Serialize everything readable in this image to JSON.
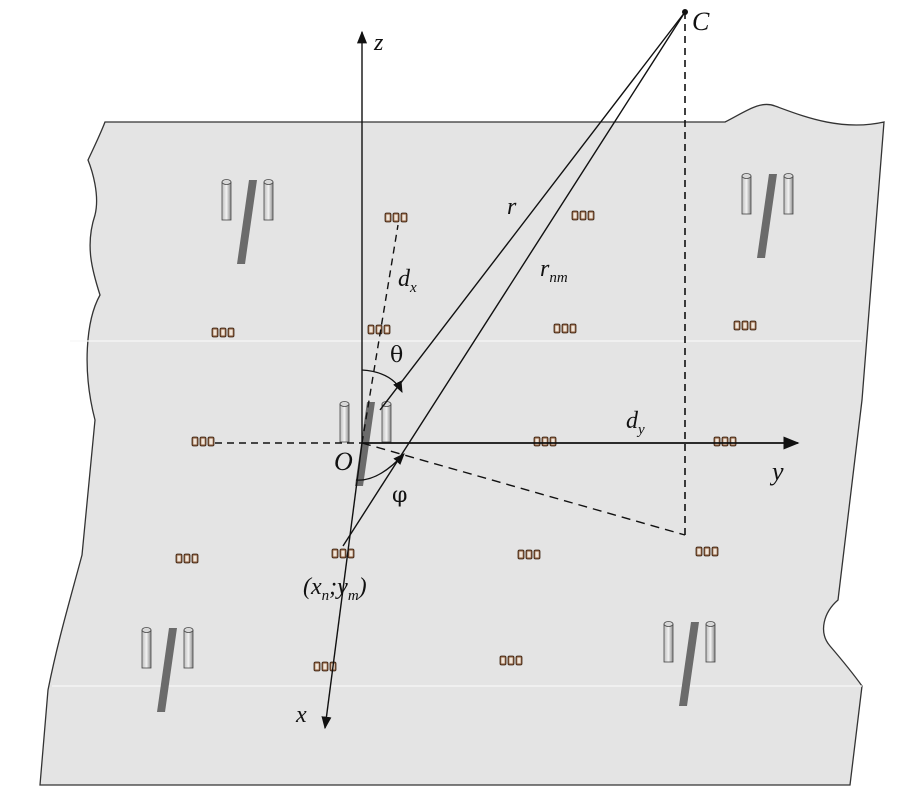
{
  "labels": {
    "z": "z",
    "y": "y",
    "x": "x",
    "origin": "O",
    "point_c": "C",
    "r": "r",
    "r_nm": "r",
    "r_nm_sub": "nm",
    "d_x": "d",
    "d_x_sub": "x",
    "d_y": "d",
    "d_y_sub": "y",
    "theta": "θ",
    "phi": "φ",
    "point_nm_prefix": "(x",
    "point_nm_n": "n",
    "point_nm_mid": ";y",
    "point_nm_m": "m",
    "point_nm_suffix": ")"
  },
  "colors": {
    "plane_fill": "#e4e4e4",
    "plane_stroke": "#333333",
    "element_fill": "#8a5a3a",
    "line": "#111111"
  },
  "icons": [
    "antenna-triplet-icon",
    "radiator-element-icon"
  ]
}
